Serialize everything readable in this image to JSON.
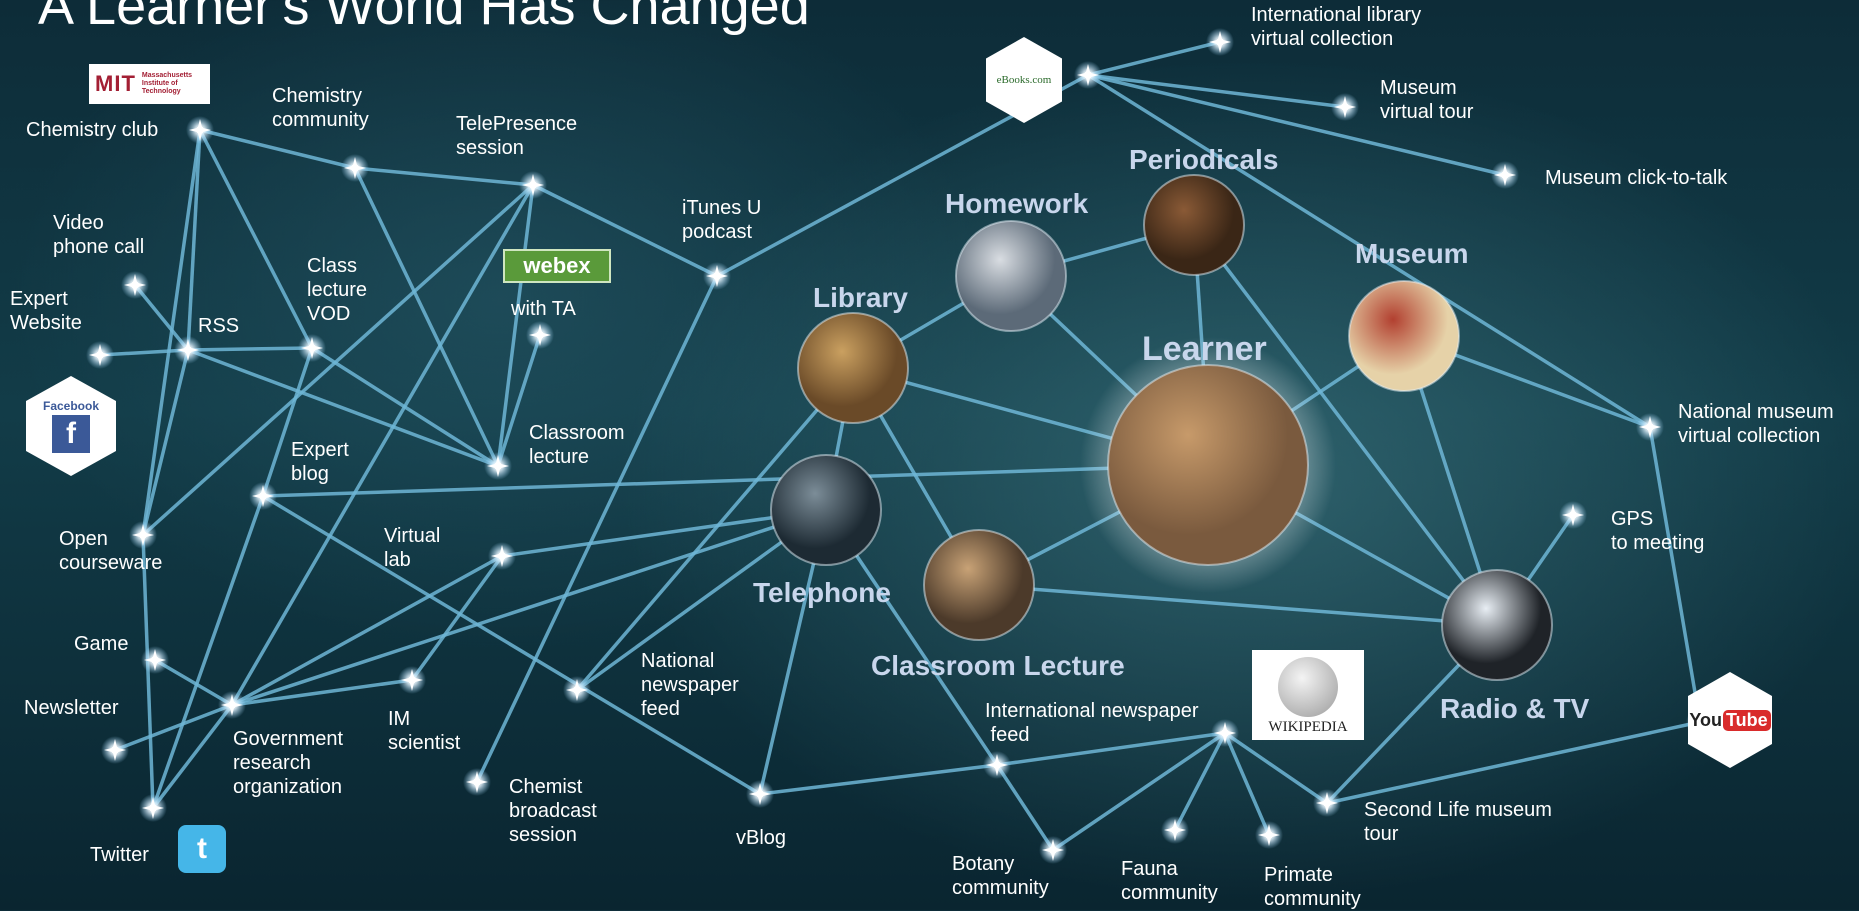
{
  "title": "A Learner's World Has Changed",
  "hubs": {
    "learner": "Learner",
    "library": "Library",
    "homework": "Homework",
    "periodicals": "Periodicals",
    "museum": "Museum",
    "telephone": "Telephone",
    "classroom_lecture": "Classroom Lecture",
    "radio_tv": "Radio & TV"
  },
  "labels": {
    "chemistry_club": "Chemistry club",
    "chemistry_community": "Chemistry\ncommunity",
    "telepresence": "TelePresence\nsession",
    "itunes": "iTunes U\npodcast",
    "intl_library": "International library\nvirtual collection",
    "museum_tour": "Museum\nvirtual tour",
    "museum_click": "Museum click-to-talk",
    "video_phone": "Video\nphone call",
    "expert_website": "Expert\nWebsite",
    "rss": "RSS",
    "class_vod": "Class\nlecture\nVOD",
    "with_ta": "with TA",
    "classroom_lecture_small": "Classroom\nlecture",
    "expert_blog": "Expert\nblog",
    "open_courseware": "Open\ncourseware",
    "virtual_lab": "Virtual\nlab",
    "national_museum": "National museum\nvirtual collection",
    "gps": "GPS\nto meeting",
    "game": "Game",
    "newsletter": "Newsletter",
    "gov_research": "Government\nresearch\norganization",
    "im_scientist": "IM\nscientist",
    "national_newspaper": "National\nnewspaper\nfeed",
    "intl_newspaper": "International newspaper\n feed",
    "chemist_broadcast": "Chemist\nbroadcast\nsession",
    "vblog": "vBlog",
    "botany": "Botany\ncommunity",
    "fauna": "Fauna\ncommunity",
    "primate": "Primate\ncommunity",
    "second_life": "Second Life museum\ntour",
    "twitter": "Twitter"
  },
  "logos": {
    "mit": "Massachusetts\nInstitute of\nTechnology",
    "mit_mark": "MIT",
    "ebooks": "eBooks.com",
    "webex": "webex",
    "facebook": "Facebook",
    "wikipedia": "WIKIPEDIA",
    "youtube_you": "You",
    "youtube_tube": "Tube"
  },
  "colors": {
    "line": "#6fb6d6",
    "hub_text": "#c8d6ec",
    "node_glow": "#ffffff"
  }
}
